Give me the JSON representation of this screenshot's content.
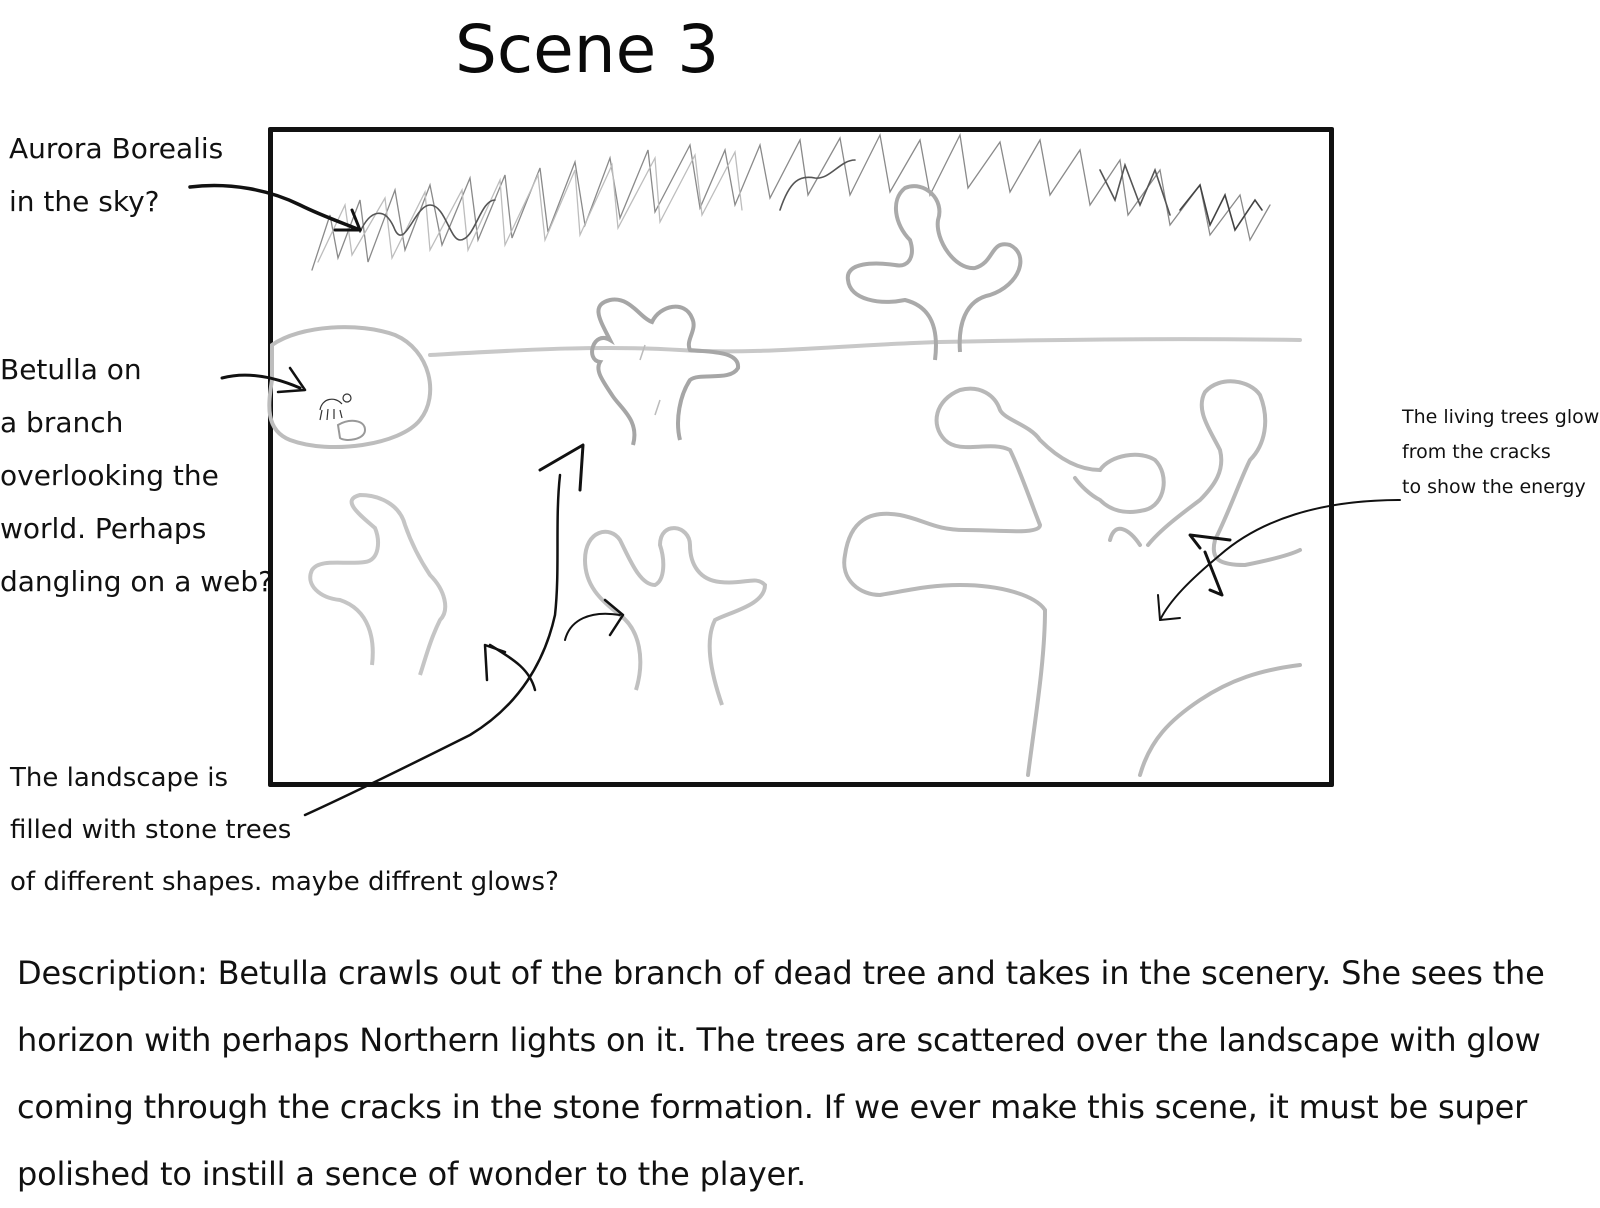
{
  "title": "Scene 3",
  "frame": {
    "border_color": "#111111",
    "stroke_gray": "#b5b5b5"
  },
  "annotations": {
    "aurora": {
      "lines": [
        "Aurora Borealis",
        "in the sky?"
      ]
    },
    "betulla": {
      "lines": [
        "Betulla on",
        "a branch",
        "overlooking the",
        "world. Perhaps",
        "dangling on a web?"
      ]
    },
    "living_trees": {
      "lines": [
        "The living trees glow",
        "from the cracks",
        "to show the energy"
      ]
    },
    "landscape": {
      "lines": [
        "The landscape is",
        "filled with stone trees",
        "of different shapes. maybe diffrent glows?"
      ]
    }
  },
  "description": {
    "lines": [
      "Description: Betulla crawls out of the branch of dead tree and takes in the scenery. She sees the",
      "horizon with perhaps Northern lights on it. The trees are scattered over the landscape with glow",
      "coming through the cracks in the stone formation. If we ever make this scene, it must be super",
      "polished to instill a sence of wonder to the player."
    ]
  }
}
